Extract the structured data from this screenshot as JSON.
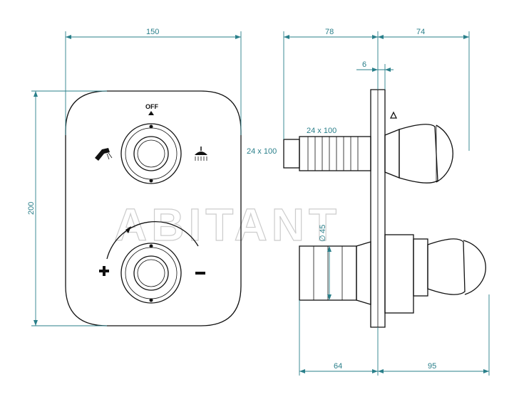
{
  "dimensions": {
    "plate_width": "150",
    "plate_height": "200",
    "side_depth": "78",
    "side_handle": "74",
    "plate_thickness": "6",
    "outlet_size_label": "24 x 100",
    "outlet_size_side": "24 x 100",
    "diameter": "45",
    "diameter_symbol": "∅",
    "body_depth": "64",
    "lever_depth": "95"
  },
  "labels": {
    "off": "OFF",
    "plus": "+",
    "minus": "−"
  },
  "watermark": "ABITANT",
  "colors": {
    "dimension": "#2a7f8a",
    "outline": "#111111",
    "watermark": "#cccccc"
  }
}
